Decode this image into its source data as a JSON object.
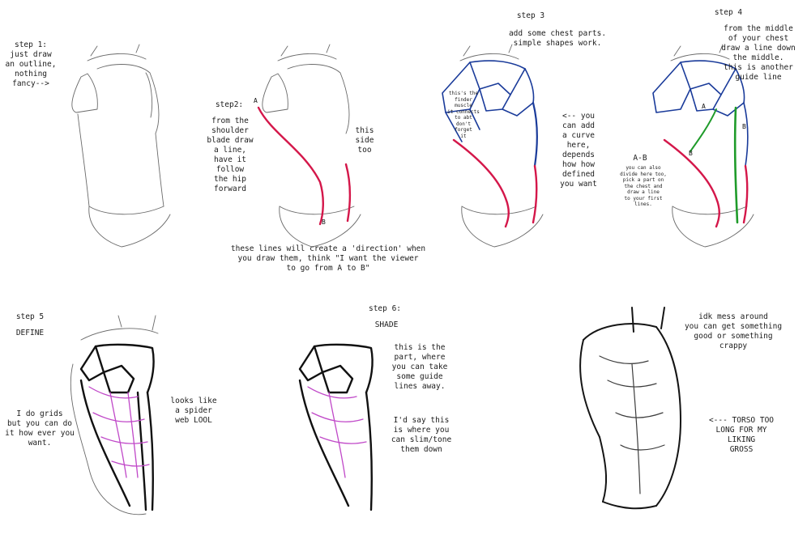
{
  "steps": {
    "s1": {
      "text": "step 1:\njust draw\nan outline,\nnothing\nfancy-->"
    },
    "s2": {
      "title": "step2:",
      "text": "from the\nshoulder\nblade draw\na line,\nhave it\nfollow\nthe hip\nforward",
      "side_text": "this\nside\ntoo",
      "point_a": "A",
      "point_b": "B",
      "direction_text": "these lines will create a 'direction' when\nyou draw them, think \"I want the viewer\nto go from A to B\""
    },
    "s3": {
      "title": "step 3",
      "text": "add some chest parts.\nsimple shapes work.",
      "curve_text": "<-- you\ncan add\na curve\nhere,\ndepends\nhow how\ndefined\nyou want",
      "muscle_note": "this's the\nfinder\nmuscle\nit connects\nto abt\ndon't\nforget\nit"
    },
    "s4": {
      "title": "step 4",
      "text": "from the middle\nof your chest\ndraw a line down\nthe middle.\nthis is another\nguide line",
      "ab_title": "A-B",
      "ab_text": "you can also\ndivide here too,\npick a part on\nthe chest and\ndraw a line\nto your first\nlines.",
      "point_a": "A",
      "point_b": "B",
      "point_b2": "B"
    },
    "s5": {
      "title": "step 5",
      "subtitle": "DEFINE",
      "grid_text": "I do grids\nbut you can do\nit how ever you\nwant.",
      "web_text": "looks like\na spider\nweb LOOL"
    },
    "s6": {
      "title": "step 6:",
      "subtitle": "SHADE",
      "part_text": "this is the\npart, where\nyou can take\nsome guide\nlines away.",
      "slim_text": "I'd say this\nis where you\ncan slim/tone\nthem down"
    },
    "s7": {
      "mess_text": "idk mess around\nyou can get something\ngood or something\ncrappy",
      "torso_text": "<--- TORSO TOO\nLONG FOR MY\nLIKING\nGROSS"
    }
  },
  "colors": {
    "guide_red": "#d4174a",
    "chest_blue": "#1a3b9a",
    "middle_green": "#1f9b2a",
    "grid_magenta": "#c048c8",
    "shade_gray": "#8e8390"
  }
}
